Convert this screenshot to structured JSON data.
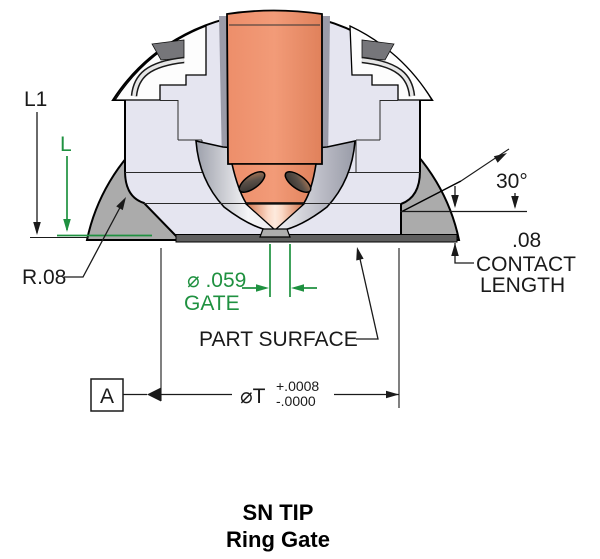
{
  "drawing": {
    "title_line1": "SN TIP",
    "title_line2": "Ring Gate",
    "type_note": "cross-section of hot-runner nozzle tip with ring gate"
  },
  "dimensions": {
    "overall_length_label": "L1",
    "length_label": "L",
    "fillet_radius": "R.08",
    "chamfer_angle": "30°",
    "contact_value": ".08",
    "contact_word1": "CONTACT",
    "contact_word2": "LENGTH",
    "part_surface_label": "PART SURFACE",
    "gate_diameter": "⌀ .059",
    "gate_word": "GATE",
    "tip_diameter": "⌀T",
    "tolerance_plus": "+.0008",
    "tolerance_minus": "-.0000",
    "datum_label": "A"
  },
  "colors": {
    "melt_channel_orange": "#EF906C",
    "body_lavender": "#E5E5F0",
    "dome_gray": "#ABABAB",
    "pocket_dark_gray": "#76767A",
    "surface_strip": "#5F5F5F",
    "annotation_green": "#1F9140",
    "line_black": "#1A1A1A",
    "background": "#FFFFFF"
  }
}
